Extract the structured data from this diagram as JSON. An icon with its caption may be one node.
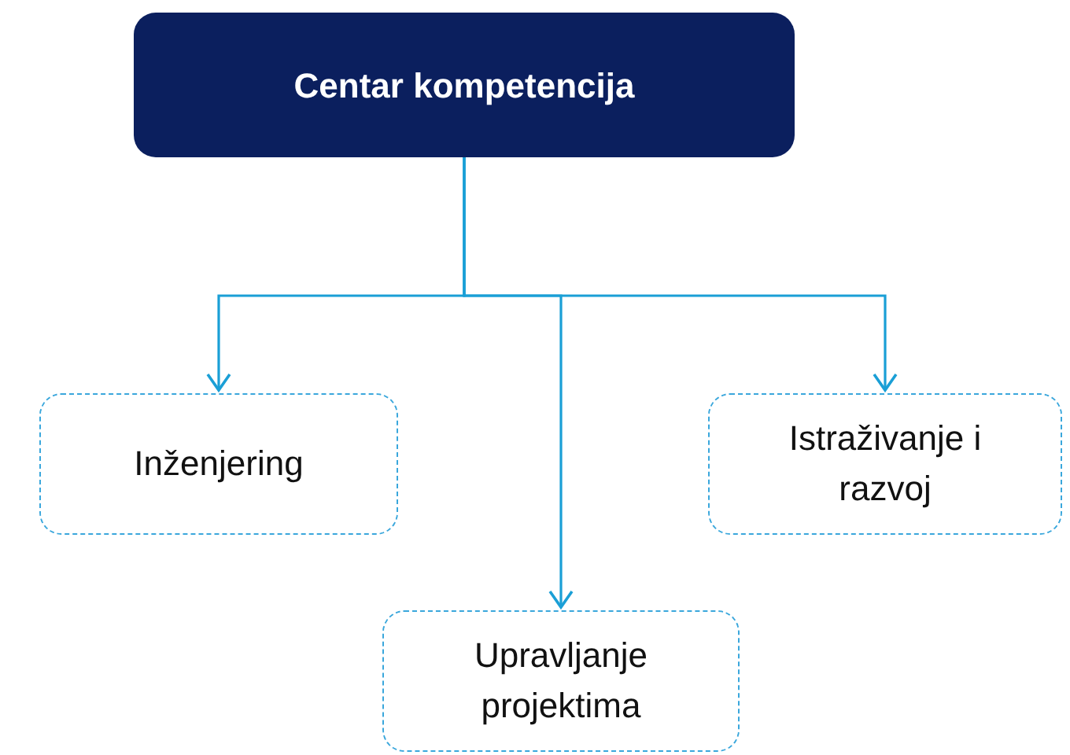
{
  "diagram": {
    "nodes": [
      {
        "text": [
          "Centar kompetencija"
        ]
      },
      {
        "text": [
          "Inženjering"
        ]
      },
      {
        "text": [
          "Istraživanje i razvoj"
        ]
      },
      {
        "text": [
          "Upravljanje projektima"
        ]
      }
    ],
    "edges": [
      {
        "from": 0,
        "to": 1,
        "arrow": "to"
      },
      {
        "from": 0,
        "to": 2,
        "arrow": "to"
      },
      {
        "from": 0,
        "to": 3,
        "arrow": "to"
      }
    ]
  }
}
